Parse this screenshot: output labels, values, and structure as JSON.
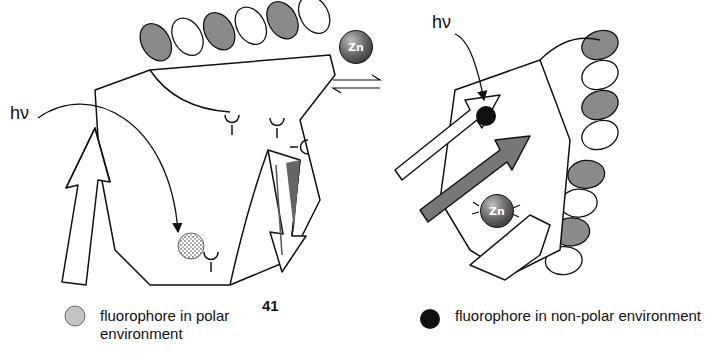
{
  "diagram": {
    "nodes": [
      {
        "text": [
          "Zn"
        ]
      },
      {
        "text": [
          "Zn"
        ]
      }
    ],
    "labels": [
      "hν",
      "hν",
      "41"
    ],
    "legend": [
      {
        "text": "fluorophore in polar environment",
        "color": "#c4c4c4"
      },
      {
        "text": "fluorophore in non-polar environment",
        "color": "#111111"
      }
    ]
  }
}
